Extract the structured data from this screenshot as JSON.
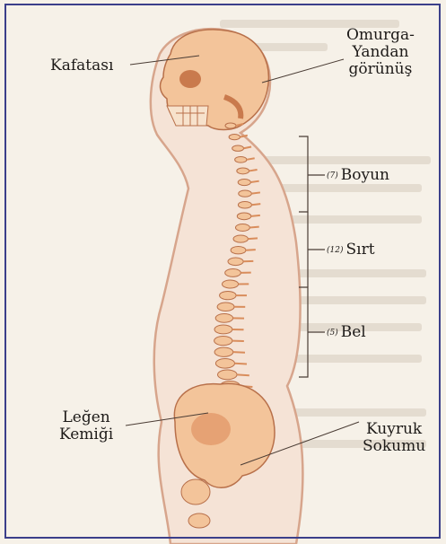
{
  "labels": {
    "skull": "Kafatası",
    "title_line1": "Omurga-",
    "title_line2": "Yandan",
    "title_line3": "görünüş",
    "neck_number": "(7)",
    "neck": "Boyun",
    "back_number": "(12)",
    "back": "Sırt",
    "waist_number": "(5)",
    "waist": "Bel",
    "pelvis_line1": "Leğen",
    "pelvis_line2": "Kemiği",
    "coccyx_line1": "Kuyruk",
    "coccyx_line2": "Sokumu"
  },
  "colors": {
    "bone": "#f3c49a",
    "bone_shadow": "#d98d5c",
    "body_outline": "#d7a58c",
    "body_fill": "#f5e3d6",
    "frame": "#3b3f8a",
    "text": "#1d1a18"
  }
}
